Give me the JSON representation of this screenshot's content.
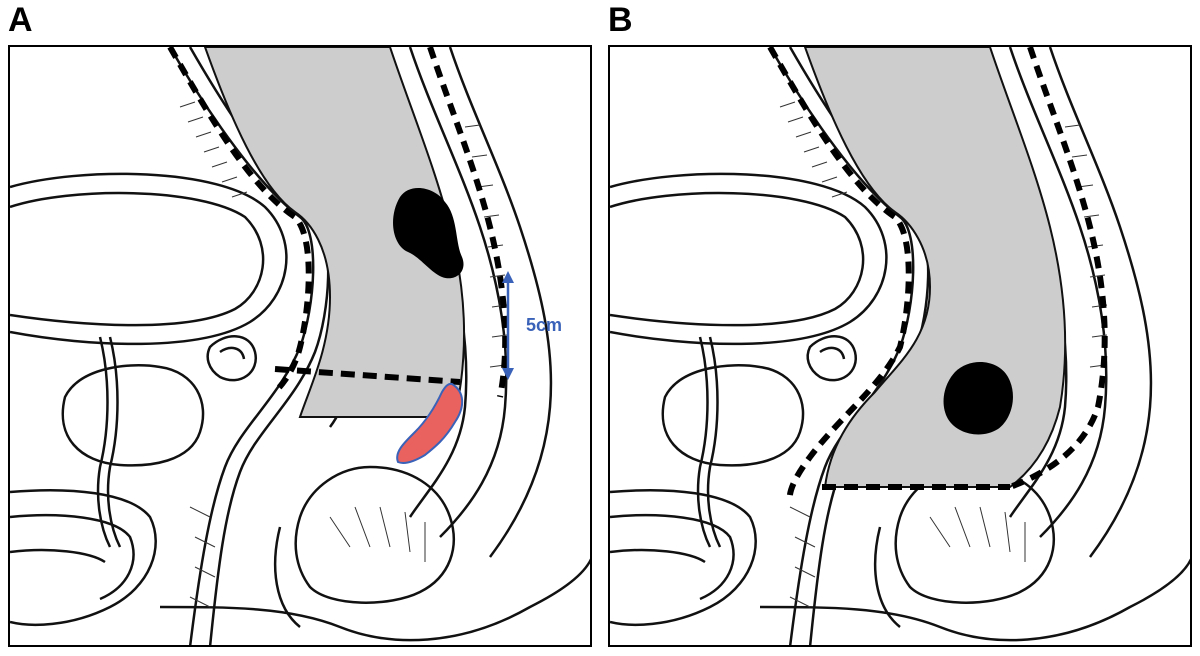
{
  "figure": {
    "panels": [
      {
        "label": "A",
        "annotation": {
          "text": "5cm"
        }
      },
      {
        "label": "B"
      }
    ]
  },
  "colors": {
    "rectum_fill": "#cdcdcd",
    "tumor": "#000000",
    "highlight": "#e9625f",
    "measure": "#3a62b8",
    "line": "#111111"
  },
  "icons": {
    "measure_arrow": "double-headed-vertical-arrow"
  }
}
